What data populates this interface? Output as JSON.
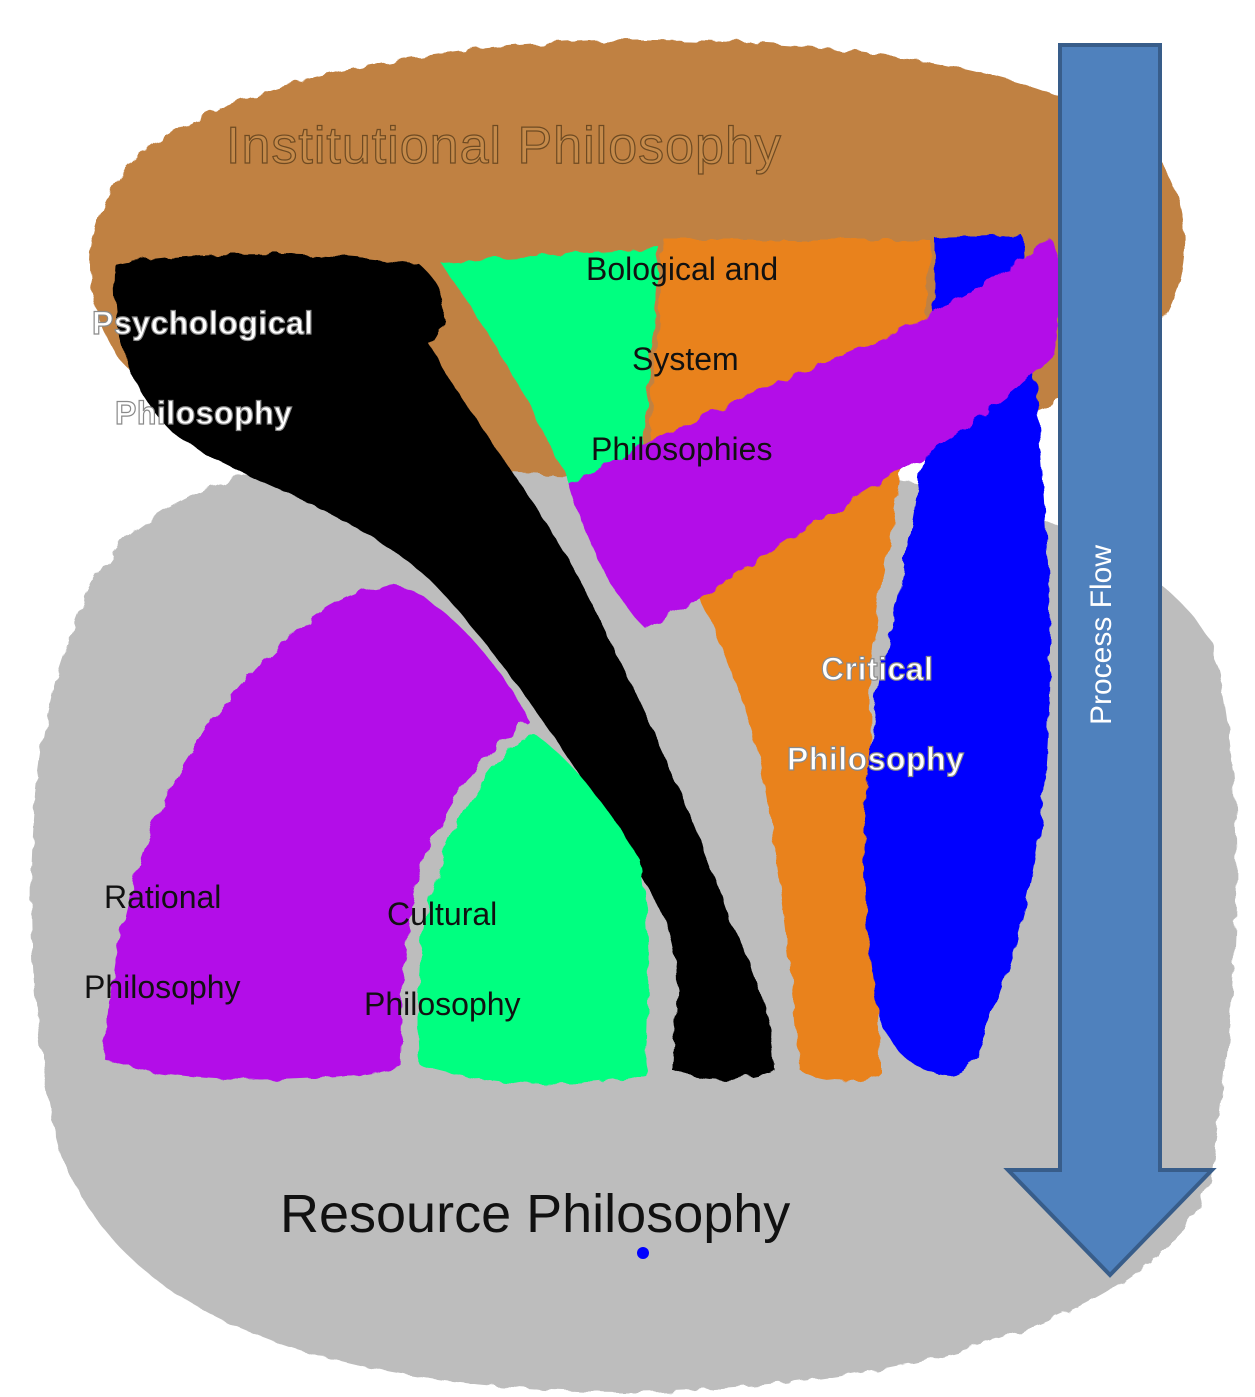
{
  "colors": {
    "institutional": "#c08143",
    "resource": "#bdbdbd",
    "psychological": "#000000",
    "biological_green": "#00ff80",
    "biological_orange": "#e9821e",
    "critical_blue": "#0000ff",
    "purple": "#b30fe8",
    "arrow": "#4f81bd"
  },
  "labels": {
    "institutional": "Institutional Philosophy",
    "psychological_1": "Psychological",
    "psychological_2": "Philosophy",
    "biological_1": "Bological and",
    "biological_2": "System",
    "biological_3": "Philosophies",
    "critical_1": "Critical",
    "critical_2": "Philosophy",
    "rational_1": "Rational",
    "rational_2": "Philosophy",
    "cultural_1": "Cultural",
    "cultural_2": "Philosophy",
    "resource": "Resource Philosophy",
    "arrow": "Process Flow"
  },
  "icons": {
    "arrow": "down-arrow-icon"
  }
}
